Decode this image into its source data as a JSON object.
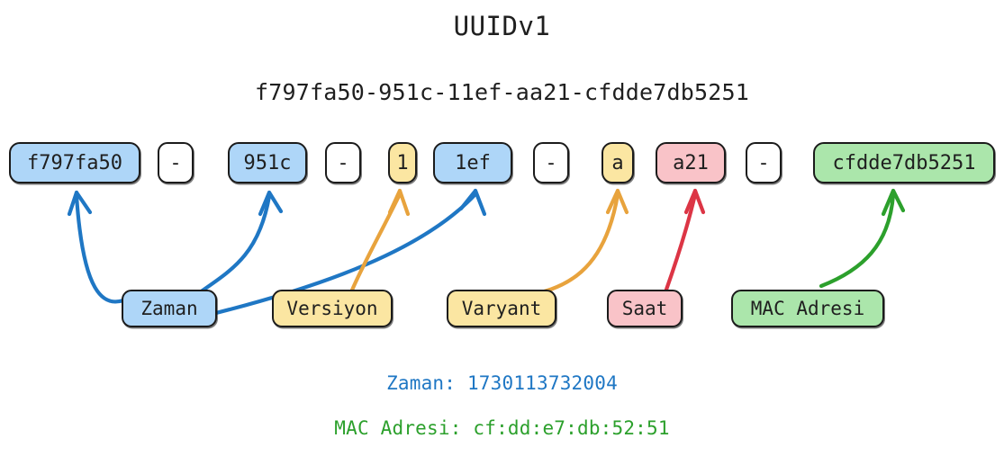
{
  "title": "UUIDv1",
  "uuid_string": "f797fa50-951c-11ef-aa21-cfdde7db5251",
  "colors": {
    "blue_fill": "#aed6f8",
    "yellow_fill": "#fbe6a2",
    "pink_fill": "#f9c3c8",
    "green_fill": "#abe6ab",
    "white_fill": "#ffffff",
    "border": "#1b1b1b",
    "arrow_blue": "#1f77c4",
    "arrow_orange": "#e8a33d",
    "arrow_red": "#dc3545",
    "arrow_green": "#2ca02c"
  },
  "segments": [
    {
      "text": "f797fa50",
      "kind": "field",
      "color": "blue"
    },
    {
      "text": "-",
      "kind": "separator",
      "color": "white"
    },
    {
      "text": "951c",
      "kind": "field",
      "color": "blue"
    },
    {
      "text": "-",
      "kind": "separator",
      "color": "white"
    },
    {
      "text": "1",
      "kind": "field",
      "color": "yellow"
    },
    {
      "text": "1ef",
      "kind": "field",
      "color": "blue"
    },
    {
      "text": "-",
      "kind": "separator",
      "color": "white"
    },
    {
      "text": "a",
      "kind": "field",
      "color": "yellow"
    },
    {
      "text": "a21",
      "kind": "field",
      "color": "pink"
    },
    {
      "text": "-",
      "kind": "separator",
      "color": "white"
    },
    {
      "text": "cfdde7db5251",
      "kind": "field",
      "color": "green"
    }
  ],
  "labels": [
    {
      "text": "Zaman",
      "color": "blue"
    },
    {
      "text": "Versiyon",
      "color": "yellow"
    },
    {
      "text": "Varyant",
      "color": "yellow"
    },
    {
      "text": "Saat",
      "color": "pink"
    },
    {
      "text": "MAC Adresi",
      "color": "green"
    }
  ],
  "legend": {
    "zaman": "Zaman: 1730113732004",
    "mac": "MAC Adresi: cf:dd:e7:db:52:51"
  }
}
